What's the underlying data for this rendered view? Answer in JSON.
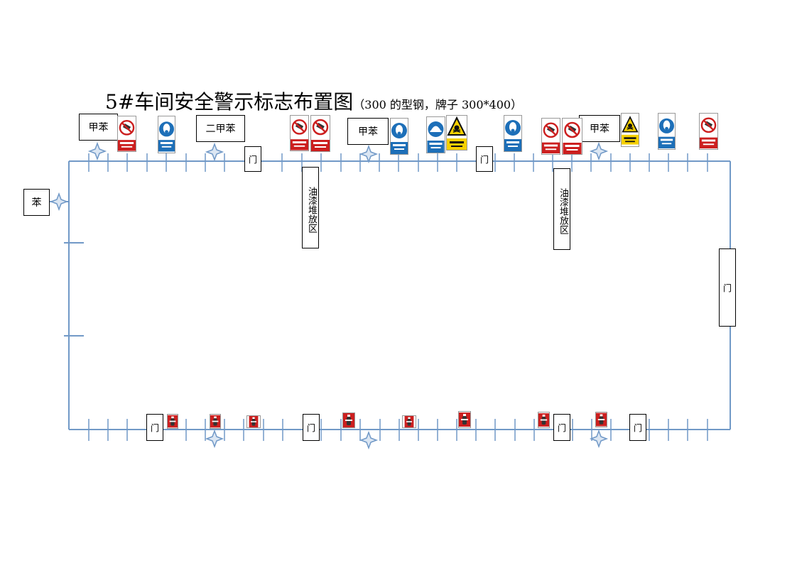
{
  "title": {
    "main": "5#车间安全警示标志布置图",
    "paren": "（300 的型钢，牌子 300*400）"
  },
  "labels": {
    "jiaben": "甲苯",
    "erjiaben": "二甲苯",
    "ben": "苯",
    "door": "门",
    "paint_zone": "油漆堆放区"
  },
  "colors": {
    "wall": "#7199c7",
    "sign_red": "#cc1f1f",
    "sign_blue": "#1d6fb8",
    "sign_yellow": "#f5d000"
  },
  "icons": {
    "sign_types": [
      "no-smoking-sign",
      "no-fire-sign",
      "gas-mask-sign",
      "helmet-sign",
      "toxic-warning-sign",
      "fire-extinguisher-sign",
      "detector-star-icon"
    ]
  }
}
